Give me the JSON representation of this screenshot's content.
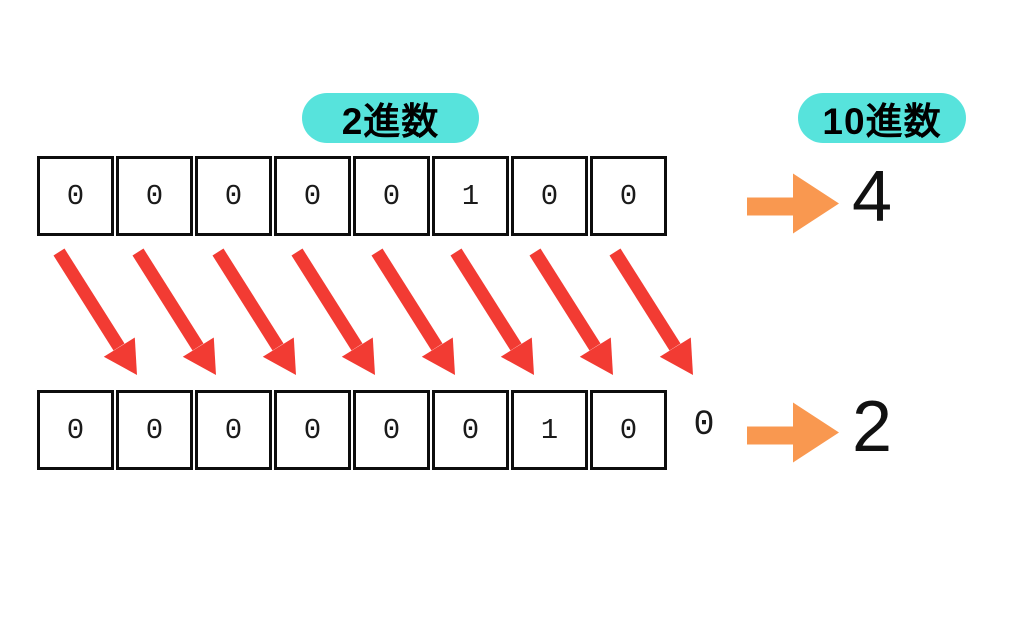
{
  "labels": {
    "binary_badge": "2進数",
    "decimal_badge": "10進数"
  },
  "colors": {
    "badge_bg": "#57E3DC",
    "shift_arrow_red": "#F23B33",
    "result_arrow_orange": "#F99850",
    "cell_border": "#0D0D0D"
  },
  "top_register": {
    "bits": [
      "0",
      "0",
      "0",
      "0",
      "0",
      "1",
      "0",
      "0"
    ],
    "decimal_value": "4"
  },
  "bottom_register": {
    "bits": [
      "0",
      "0",
      "0",
      "0",
      "0",
      "0",
      "1",
      "0"
    ],
    "shifted_out_bit": "0",
    "decimal_value": "2"
  },
  "shift": {
    "arrow_count": 8
  }
}
